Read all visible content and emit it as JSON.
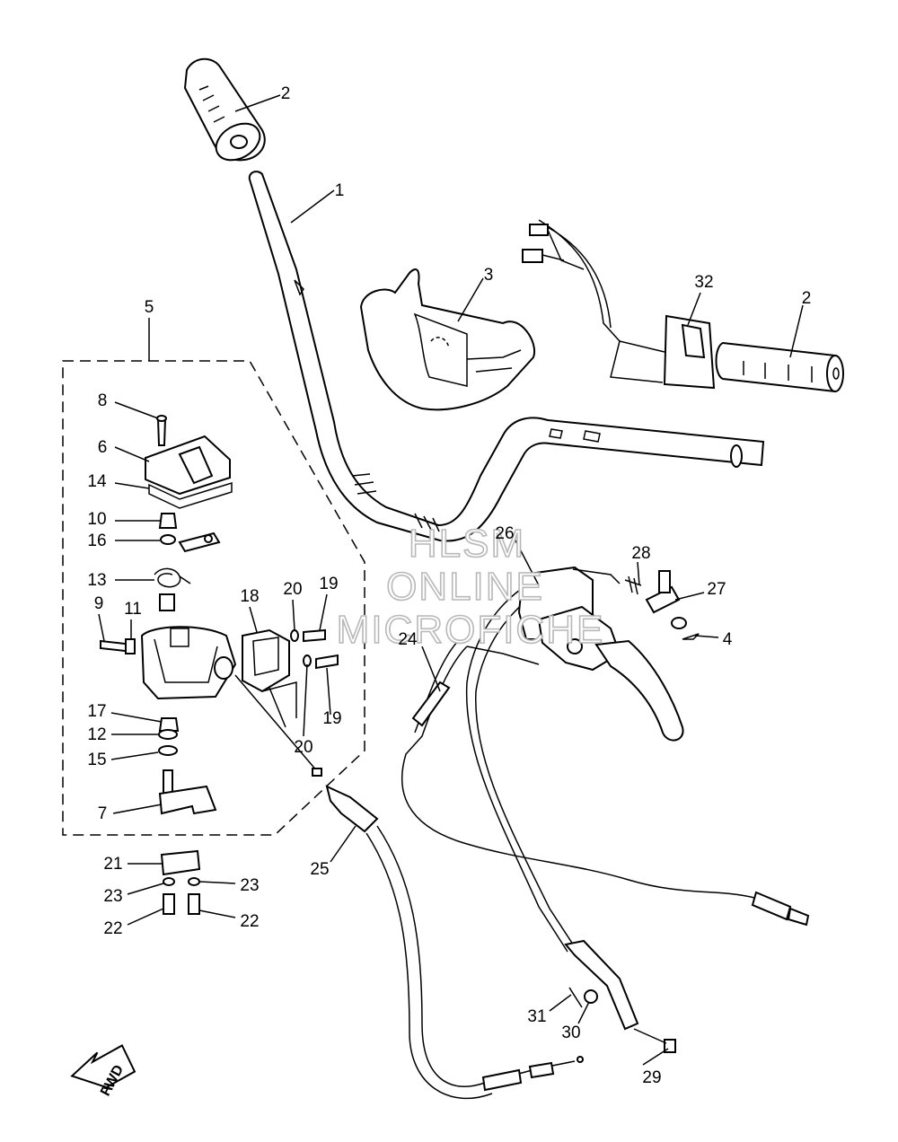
{
  "watermark": [
    "HLSM",
    "ONLINE",
    "MICROFICHE"
  ],
  "fwd_label": "FWD",
  "callouts": [
    {
      "id": "c1",
      "number": "1"
    },
    {
      "id": "c2a",
      "number": "2"
    },
    {
      "id": "c2b",
      "number": "2"
    },
    {
      "id": "c3",
      "number": "3"
    },
    {
      "id": "c4",
      "number": "4"
    },
    {
      "id": "c5",
      "number": "5"
    },
    {
      "id": "c6",
      "number": "6"
    },
    {
      "id": "c7",
      "number": "7"
    },
    {
      "id": "c8",
      "number": "8"
    },
    {
      "id": "c9",
      "number": "9"
    },
    {
      "id": "c10",
      "number": "10"
    },
    {
      "id": "c11",
      "number": "11"
    },
    {
      "id": "c12",
      "number": "12"
    },
    {
      "id": "c13",
      "number": "13"
    },
    {
      "id": "c14",
      "number": "14"
    },
    {
      "id": "c15",
      "number": "15"
    },
    {
      "id": "c16",
      "number": "16"
    },
    {
      "id": "c17",
      "number": "17"
    },
    {
      "id": "c18",
      "number": "18"
    },
    {
      "id": "c19a",
      "number": "19"
    },
    {
      "id": "c19b",
      "number": "19"
    },
    {
      "id": "c20a",
      "number": "20"
    },
    {
      "id": "c20b",
      "number": "20"
    },
    {
      "id": "c21",
      "number": "21"
    },
    {
      "id": "c22a",
      "number": "22"
    },
    {
      "id": "c22b",
      "number": "22"
    },
    {
      "id": "c23a",
      "number": "23"
    },
    {
      "id": "c23b",
      "number": "23"
    },
    {
      "id": "c24",
      "number": "24"
    },
    {
      "id": "c25",
      "number": "25"
    },
    {
      "id": "c26",
      "number": "26"
    },
    {
      "id": "c27",
      "number": "27"
    },
    {
      "id": "c28",
      "number": "28"
    },
    {
      "id": "c29",
      "number": "29"
    },
    {
      "id": "c30",
      "number": "30"
    },
    {
      "id": "c31",
      "number": "31"
    },
    {
      "id": "c32",
      "number": "32"
    }
  ]
}
